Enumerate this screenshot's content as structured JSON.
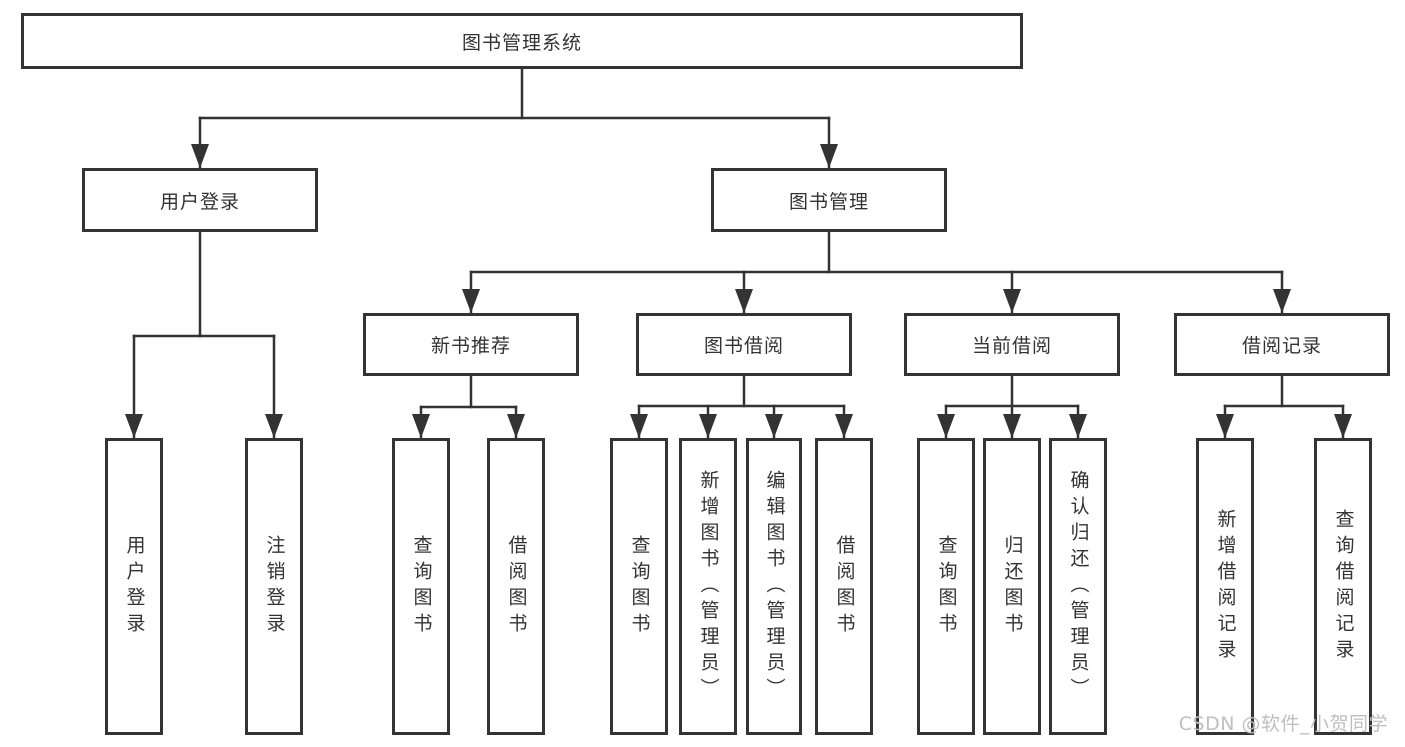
{
  "diagram": {
    "type": "hierarchy-chart",
    "title": "图书管理系统",
    "nodes": {
      "root": {
        "label": "图书管理系统",
        "children": [
          "user_login",
          "book_management"
        ]
      },
      "user_login": {
        "label": "用户登录",
        "children": [
          "leaf_user_login",
          "leaf_logout"
        ]
      },
      "book_management": {
        "label": "图书管理",
        "children": [
          "new_book_recommend",
          "book_borrowing",
          "current_borrowing",
          "borrowing_records"
        ]
      },
      "new_book_recommend": {
        "label": "新书推荐",
        "children": [
          "leaf_query_books_1",
          "leaf_borrow_books_1"
        ]
      },
      "book_borrowing": {
        "label": "图书借阅",
        "children": [
          "leaf_query_books_2",
          "leaf_add_books",
          "leaf_edit_books",
          "leaf_borrow_books_2"
        ]
      },
      "current_borrowing": {
        "label": "当前借阅",
        "children": [
          "leaf_query_books_3",
          "leaf_return_books",
          "leaf_confirm_return"
        ]
      },
      "borrowing_records": {
        "label": "借阅记录",
        "children": [
          "leaf_add_borrow_record",
          "leaf_query_borrow_record"
        ]
      },
      "leaf_user_login": {
        "label": "用户登录"
      },
      "leaf_logout": {
        "label": "注销登录"
      },
      "leaf_query_books_1": {
        "label": "查询图书"
      },
      "leaf_borrow_books_1": {
        "label": "借阅图书"
      },
      "leaf_query_books_2": {
        "label": "查询图书"
      },
      "leaf_add_books": {
        "label": "新增图书（管理员）"
      },
      "leaf_edit_books": {
        "label": "编辑图书（管理员）"
      },
      "leaf_borrow_books_2": {
        "label": "借阅图书"
      },
      "leaf_query_books_3": {
        "label": "查询图书"
      },
      "leaf_return_books": {
        "label": "归还图书"
      },
      "leaf_confirm_return": {
        "label": "确认归还（管理员）"
      },
      "leaf_add_borrow_record": {
        "label": "新增借阅记录"
      },
      "leaf_query_borrow_record": {
        "label": "查询借阅记录"
      }
    },
    "watermark": "CSDN @软件_小贺同学",
    "colors": {
      "line": "#333333",
      "text": "#333333",
      "background": "#ffffff",
      "watermark": "#c0bebe"
    }
  }
}
